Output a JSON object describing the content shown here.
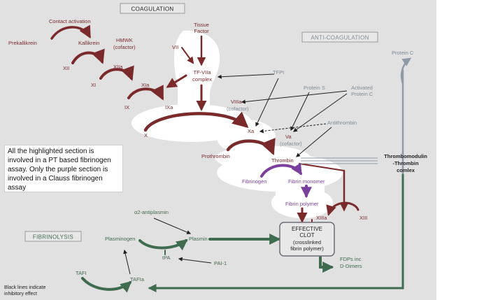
{
  "section_labels": {
    "coagulation": "COAGULATION",
    "anticoagulation": "ANTI-COAGULATION",
    "fibrinolysis": "FIBRINOLYSIS"
  },
  "coag_nodes": {
    "contact_activation": "Contact activation",
    "prekallikrein": "Prekallikrein",
    "kallikrein": "Kallikrein",
    "hmwk": "HMWK",
    "hmwk_cofactor": "(cofactor)",
    "xii": "XII",
    "xiia": "XIIa",
    "xi": "XI",
    "xia": "XIa",
    "ix": "IX",
    "ixa": "IXa",
    "tissue": "Tissue",
    "factor": "Factor",
    "vii": "VII",
    "tf_viia": "TF-VIIa",
    "complex": "complex",
    "viiia": "VIIIa",
    "viiia_cofactor": "(cofactor)",
    "x": "X",
    "xa": "Xa",
    "va": "Va",
    "va_cofactor": "(cofactor)",
    "prothrombin": "Prothrombin",
    "thrombin": "Thrombin",
    "fibrinogen": "Fibrinogen",
    "fibrin_monomer": "Fibrin monomer",
    "fibrin_polymer": "Fibrin polymer",
    "xiiia": "XIIIa",
    "xiii": "XIII"
  },
  "clot": {
    "line1": "EFFECTIVE",
    "line2": "CLOT",
    "line3": "(crosslinked",
    "line4": "fibrin polymer)"
  },
  "anticoag_nodes": {
    "tfpi": "TFPI",
    "protein_s": "Protein S",
    "activated": "Activated",
    "protein_c": "Protein C",
    "protein_c_top": "Protein C",
    "antithrombin": "Antithrombin",
    "thrombomodulin_1": "Thrombomodulin",
    "thrombomodulin_2": "-Thrombin",
    "thrombomodulin_3": "comlex"
  },
  "fibrinolysis_nodes": {
    "a2_antiplasmin": "α2-antiplasmin",
    "plasminogen": "Plasminogen",
    "plasmin": "Plasmin",
    "tpa": "tPA",
    "pai1": "PAI-1",
    "tafi": "TAFI",
    "tafia": "TAFIa",
    "fdps_1": "FDPs inc",
    "fdps_2": "D-Dimers"
  },
  "note": "All the highlighted section is involved in a PT based fibrinogen assay. Only the purple section is involved in a Clauss fibrinogen assay",
  "legend": {
    "line1": "Black lines indicate",
    "line2": "inhibitory effect"
  },
  "colors": {
    "background": "#e1e1e1",
    "highlight": "#ffffff",
    "coagulation_arrows": "#7a2a2a",
    "anticoagulation": "#7f8a96",
    "fibrinolysis": "#3f6b4f",
    "clauss_purple": "#7b3f9e",
    "inhibitory": "#1f1f1f"
  }
}
